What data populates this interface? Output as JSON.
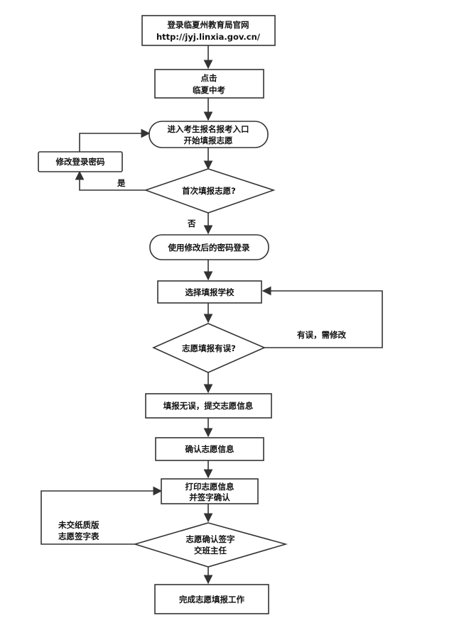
{
  "nodes": {
    "login_site": {
      "lines": [
        "登录临夏州教育局官网",
        "http://jyj.linxia.gov.cn/"
      ]
    },
    "click_exam": {
      "lines": [
        "点击",
        "临夏中考"
      ]
    },
    "enter_portal": {
      "lines": [
        "进入考生报名报考入口",
        "开始填报志愿"
      ]
    },
    "modify_password": {
      "lines": [
        "修改登录密码"
      ]
    },
    "first_fill_question": {
      "lines": [
        "首次填报志愿?"
      ]
    },
    "login_modified": {
      "lines": [
        "使用修改后的密码登录"
      ]
    },
    "select_school": {
      "lines": [
        "选择填报学校"
      ]
    },
    "error_question": {
      "lines": [
        "志愿填报有误?"
      ]
    },
    "submit_info": {
      "lines": [
        "填报无误，提交志愿信息"
      ]
    },
    "confirm_info": {
      "lines": [
        "确认志愿信息"
      ]
    },
    "print_sign": {
      "lines": [
        "打印志愿信息",
        "并签字确认"
      ]
    },
    "sign_submit": {
      "lines": [
        "志愿确认签字",
        "交班主任"
      ]
    },
    "complete": {
      "lines": [
        "完成志愿填报工作"
      ]
    }
  },
  "edge_labels": {
    "yes": "是",
    "no": "否",
    "has_error": "有误，需修改",
    "not_submitted_line1": "未交纸质版",
    "not_submitted_line2": "志愿签字表"
  }
}
